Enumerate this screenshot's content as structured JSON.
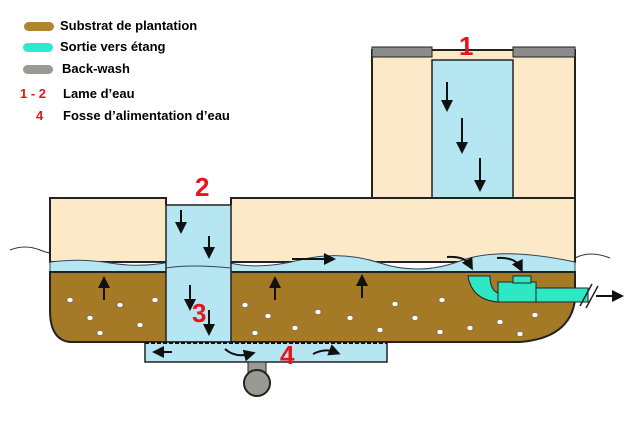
{
  "legend": [
    {
      "label": "Substrat de plantation",
      "color": "#b0862a"
    },
    {
      "label": "Sortie vers étang",
      "color": "#2ee8cf"
    },
    {
      "label": "Back-wash",
      "color": "#9a9a94"
    }
  ],
  "notes": [
    {
      "key": "1 - 2",
      "label": "Lame d’eau"
    },
    {
      "key": "4",
      "label": "Fosse d’alimentation d’eau"
    }
  ],
  "markers": {
    "m1": "1",
    "m2": "2",
    "m3": "3",
    "m4": "4"
  },
  "colors": {
    "beige": "#fbe9c8",
    "water": "#b6e6f2",
    "substrate": "#a57a26",
    "teal": "#2ee8c4",
    "gray": "#9a9a94",
    "red": "#e8141b"
  }
}
